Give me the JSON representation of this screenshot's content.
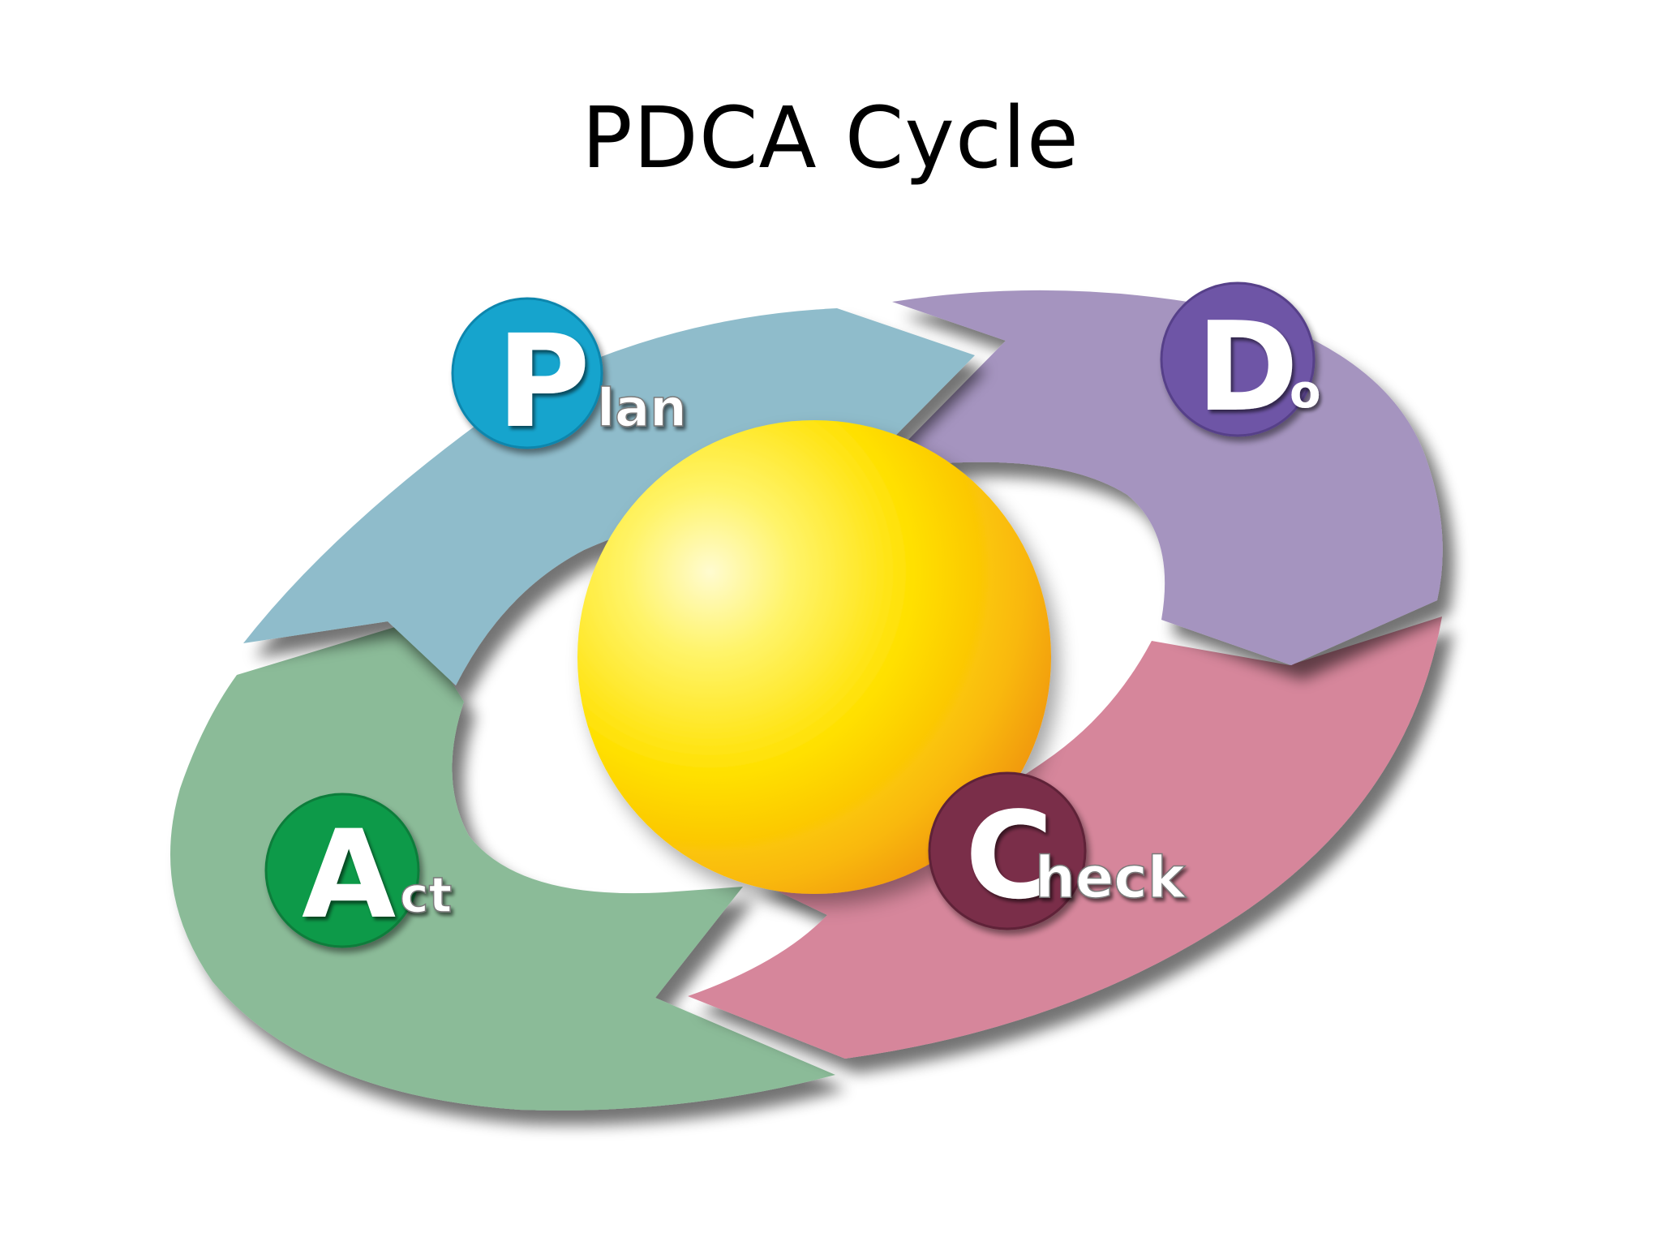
{
  "title": "PDCA Cycle",
  "stages": [
    {
      "initial": "P",
      "rest": "lan",
      "color": "#8fbccb",
      "badge": "#15a4cd"
    },
    {
      "initial": "D",
      "rest": "o",
      "color": "#a594bf",
      "badge": "#6e54a6"
    },
    {
      "initial": "C",
      "rest": "heck",
      "color": "#d6869b",
      "badge": "#7a2f49"
    },
    {
      "initial": "A",
      "rest": "ct",
      "color": "#8bbb98",
      "badge": "#0e9a4a"
    }
  ],
  "center_sphere": {
    "color_light": "#fffbd0",
    "color_mid": "#ffe400",
    "color_dark": "#f49a0c"
  }
}
